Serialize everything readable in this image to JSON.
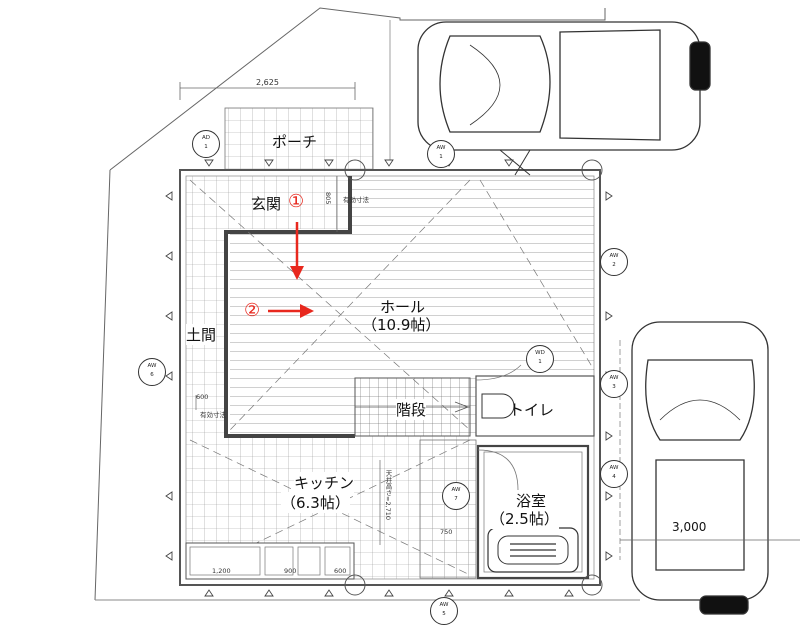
{
  "labels": {
    "porch": "ポーチ",
    "genkan": "玄関",
    "hall": "ホール",
    "hall_size": "（10.9帖）",
    "doma": "土間",
    "stairs": "階段",
    "toilet": "トイレ",
    "kitchen": "キッチン",
    "kitchen_size": "（6.3帖）",
    "bath": "浴室",
    "bath_size": "（2.5帖）",
    "marker_1": "①",
    "marker_2": "②"
  },
  "dimensions": {
    "porch_width": "2,625",
    "parking_width": "3,000",
    "counter_1": "1,200",
    "counter_2": "900",
    "counter_3": "600",
    "toilet_note": "750",
    "genkan_depth": "805",
    "hall_side": "600",
    "yuko_1": "有効寸法",
    "yuko_2": "有効寸法",
    "ceiling": "天井高さ=2,710"
  },
  "window_tags": [
    {
      "top": "AD",
      "bottom": "1"
    },
    {
      "top": "AW",
      "bottom": "1"
    },
    {
      "top": "AW",
      "bottom": "2"
    },
    {
      "top": "AW",
      "bottom": "3"
    },
    {
      "top": "AW",
      "bottom": "4"
    },
    {
      "top": "AW",
      "bottom": "5"
    },
    {
      "top": "AW",
      "bottom": "6"
    },
    {
      "top": "AW",
      "bottom": "7"
    },
    {
      "top": "WD",
      "bottom": "1"
    }
  ],
  "colors": {
    "line": "#555555",
    "wall": "#444444",
    "arrow": "#e8281e"
  }
}
